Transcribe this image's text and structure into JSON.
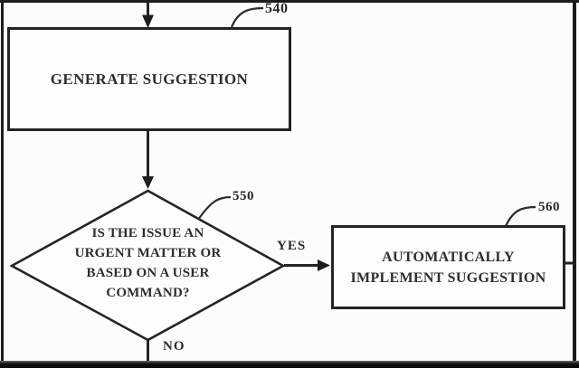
{
  "figure": {
    "nodes": {
      "generate": {
        "ref": "540",
        "label": "GENERATE SUGGESTION"
      },
      "decision": {
        "ref": "550",
        "lines": [
          "IS THE ISSUE AN",
          "URGENT MATTER OR",
          "BASED ON A USER",
          "COMMAND?"
        ]
      },
      "implement": {
        "ref": "560",
        "lines": [
          "AUTOMATICALLY",
          "IMPLEMENT SUGGESTION"
        ]
      }
    },
    "edges": {
      "yes": "YES",
      "no": "NO"
    },
    "colors": {
      "ink": "#242424",
      "background": "#fcfcfc",
      "frame": "#1d1d1d"
    }
  }
}
